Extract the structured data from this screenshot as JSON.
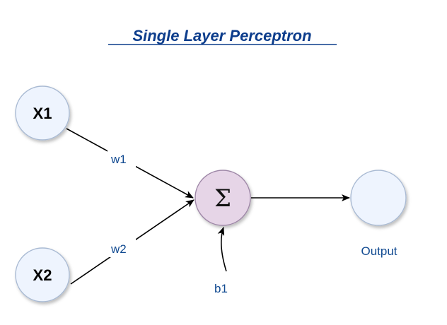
{
  "title": "Single Layer Perceptron",
  "nodes": {
    "x1": {
      "label": "X1"
    },
    "x2": {
      "label": "X2"
    },
    "sum": {
      "label": "Σ"
    },
    "output": {
      "label": "Output"
    }
  },
  "edges": {
    "w1": {
      "label": "w1"
    },
    "w2": {
      "label": "w2"
    },
    "b1": {
      "label": "b1"
    }
  },
  "colors": {
    "title": "#0d3d8c",
    "input_fill": "#eef4fe",
    "input_stroke": "#a9bad3",
    "sum_fill": "#e6d5e7",
    "sum_stroke": "#9d86a6",
    "output_fill": "#eef4fe",
    "output_stroke": "#a9bad3",
    "edge_label": "#114a91",
    "edge": "#000000"
  }
}
